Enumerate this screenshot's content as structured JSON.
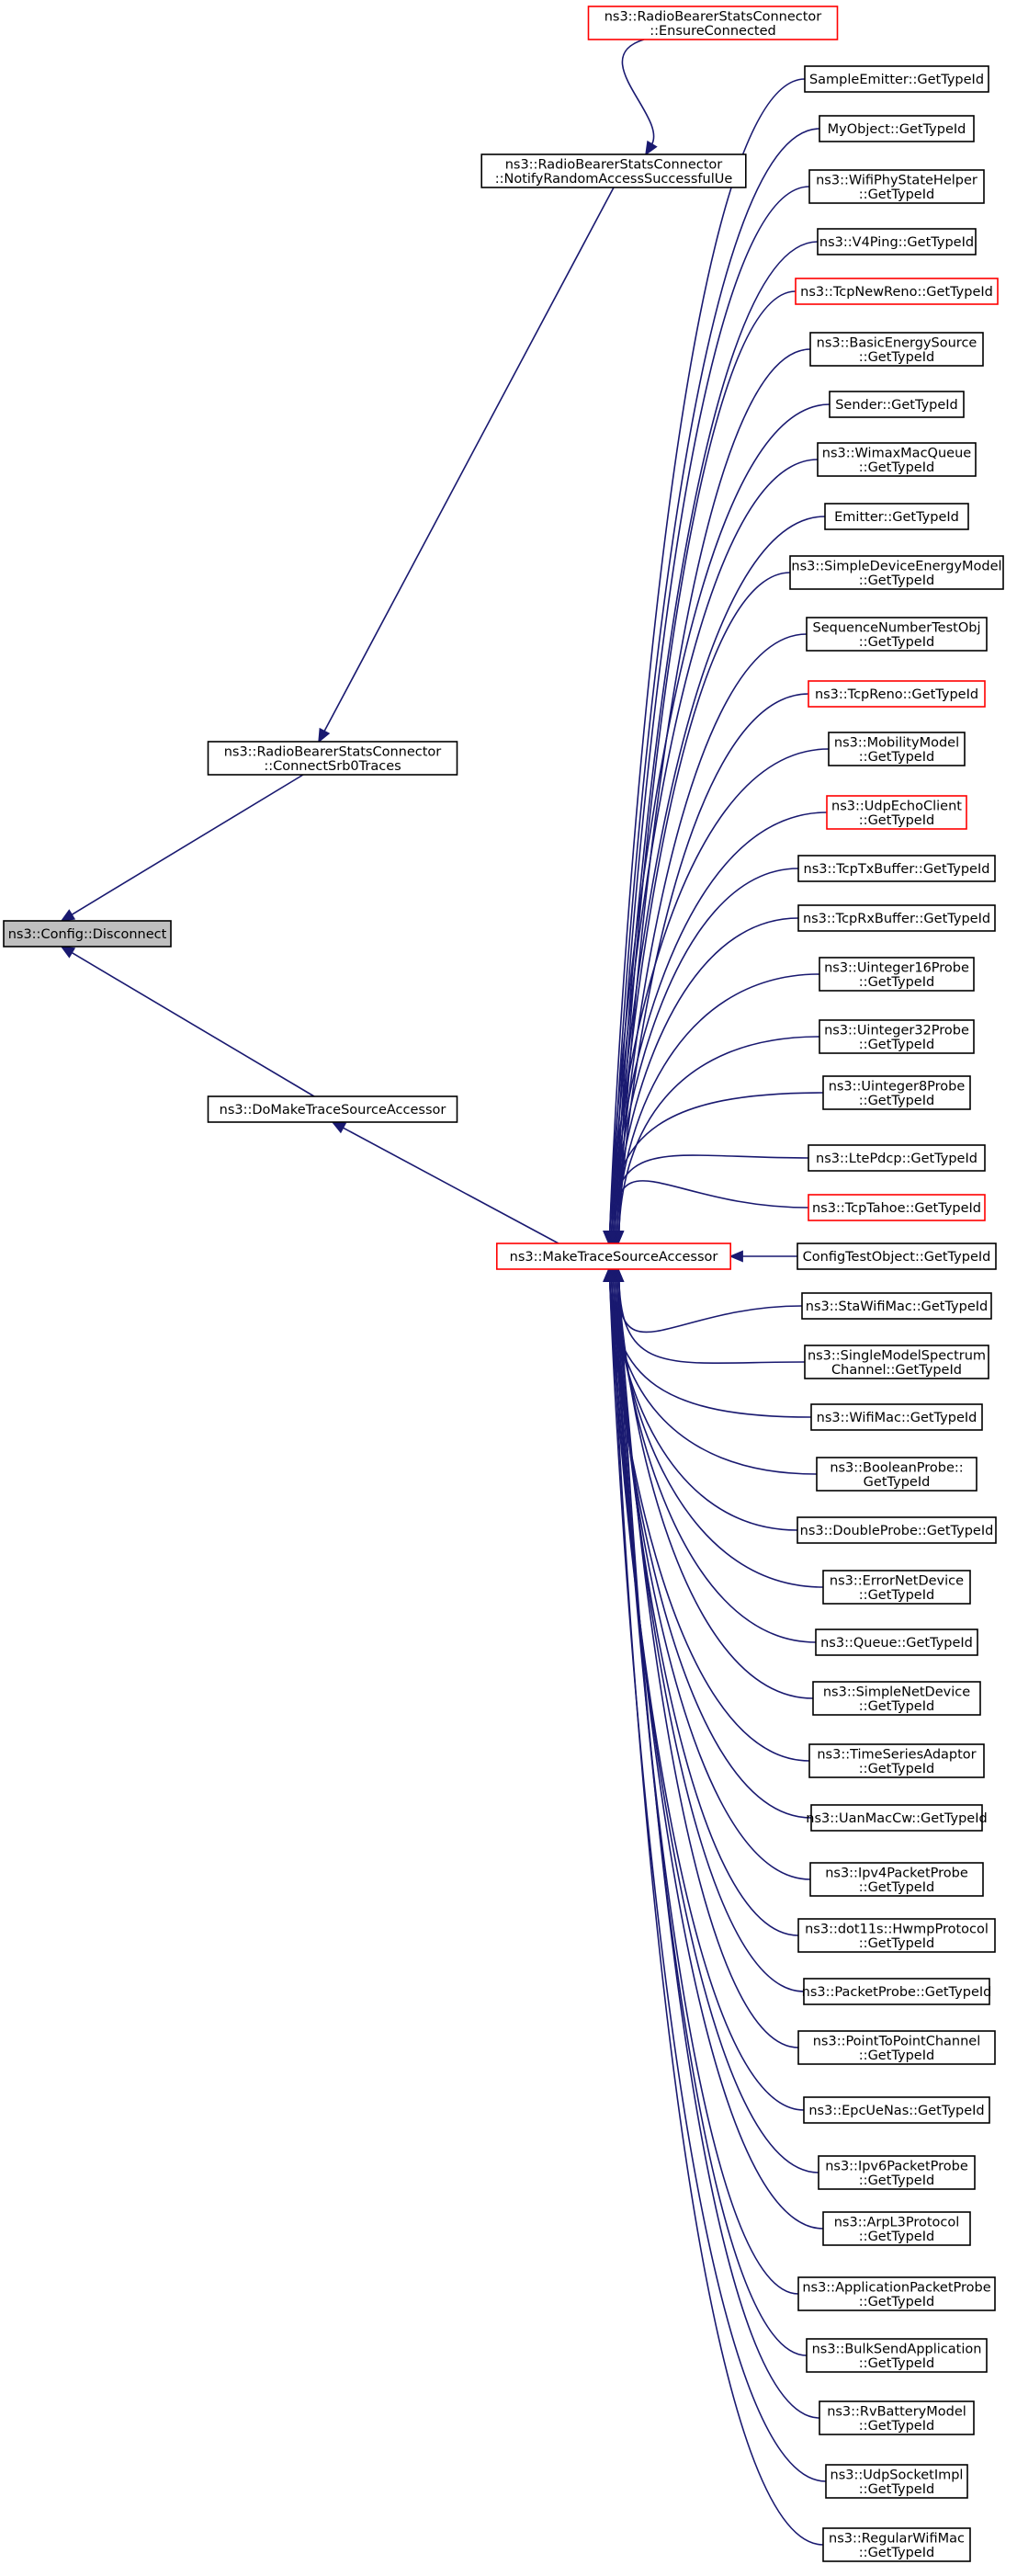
{
  "colors": {
    "edge": "#191970",
    "node_border": "#000000",
    "node_border_highlight": "#ff0000",
    "node_fill": "#ffffff",
    "root_fill": "#bfbfbf",
    "text": "#000000"
  },
  "graph": {
    "root": {
      "lines": [
        "ns3::Config::Disconnect"
      ]
    },
    "nodes": [
      {
        "id": "ensure",
        "lines": [
          "ns3::RadioBearerStatsConnector",
          "::EnsureConnected"
        ],
        "border": "red"
      },
      {
        "id": "notify",
        "lines": [
          "ns3::RadioBearerStatsConnector",
          "::NotifyRandomAccessSuccessfulUe"
        ],
        "border": "black"
      },
      {
        "id": "srb0",
        "lines": [
          "ns3::RadioBearerStatsConnector",
          "::ConnectSrb0Traces"
        ],
        "border": "black"
      },
      {
        "id": "domake",
        "lines": [
          "ns3::DoMakeTraceSourceAccessor"
        ],
        "border": "black"
      },
      {
        "id": "make",
        "lines": [
          "ns3::MakeTraceSourceAccessor"
        ],
        "border": "red"
      }
    ],
    "callers": [
      {
        "lines": [
          "SampleEmitter::GetTypeId"
        ],
        "border": "black"
      },
      {
        "lines": [
          "MyObject::GetTypeId"
        ],
        "border": "black"
      },
      {
        "lines": [
          "ns3::WifiPhyStateHelper",
          "::GetTypeId"
        ],
        "border": "black"
      },
      {
        "lines": [
          "ns3::V4Ping::GetTypeId"
        ],
        "border": "black"
      },
      {
        "lines": [
          "ns3::TcpNewReno::GetTypeId"
        ],
        "border": "red"
      },
      {
        "lines": [
          "ns3::BasicEnergySource",
          "::GetTypeId"
        ],
        "border": "black"
      },
      {
        "lines": [
          "Sender::GetTypeId"
        ],
        "border": "black"
      },
      {
        "lines": [
          "ns3::WimaxMacQueue",
          "::GetTypeId"
        ],
        "border": "black"
      },
      {
        "lines": [
          "Emitter::GetTypeId"
        ],
        "border": "black"
      },
      {
        "lines": [
          "ns3::SimpleDeviceEnergyModel",
          "::GetTypeId"
        ],
        "border": "black"
      },
      {
        "lines": [
          "SequenceNumberTestObj",
          "::GetTypeId"
        ],
        "border": "black"
      },
      {
        "lines": [
          "ns3::TcpReno::GetTypeId"
        ],
        "border": "red"
      },
      {
        "lines": [
          "ns3::MobilityModel",
          "::GetTypeId"
        ],
        "border": "black"
      },
      {
        "lines": [
          "ns3::UdpEchoClient",
          "::GetTypeId"
        ],
        "border": "red"
      },
      {
        "lines": [
          "ns3::TcpTxBuffer::GetTypeId"
        ],
        "border": "black"
      },
      {
        "lines": [
          "ns3::TcpRxBuffer::GetTypeId"
        ],
        "border": "black"
      },
      {
        "lines": [
          "ns3::Uinteger16Probe",
          "::GetTypeId"
        ],
        "border": "black"
      },
      {
        "lines": [
          "ns3::Uinteger32Probe",
          "::GetTypeId"
        ],
        "border": "black"
      },
      {
        "lines": [
          "ns3::Uinteger8Probe",
          "::GetTypeId"
        ],
        "border": "black"
      },
      {
        "lines": [
          "ns3::LtePdcp::GetTypeId"
        ],
        "border": "black"
      },
      {
        "lines": [
          "ns3::TcpTahoe::GetTypeId"
        ],
        "border": "red"
      },
      {
        "lines": [
          "ConfigTestObject::GetTypeId"
        ],
        "border": "black"
      },
      {
        "lines": [
          "ns3::StaWifiMac::GetTypeId"
        ],
        "border": "black"
      },
      {
        "lines": [
          "ns3::SingleModelSpectrum",
          "Channel::GetTypeId"
        ],
        "border": "black"
      },
      {
        "lines": [
          "ns3::WifiMac::GetTypeId"
        ],
        "border": "black"
      },
      {
        "lines": [
          "ns3::BooleanProbe::",
          "GetTypeId"
        ],
        "border": "black"
      },
      {
        "lines": [
          "ns3::DoubleProbe::GetTypeId"
        ],
        "border": "black"
      },
      {
        "lines": [
          "ns3::ErrorNetDevice",
          "::GetTypeId"
        ],
        "border": "black"
      },
      {
        "lines": [
          "ns3::Queue::GetTypeId"
        ],
        "border": "black"
      },
      {
        "lines": [
          "ns3::SimpleNetDevice",
          "::GetTypeId"
        ],
        "border": "black"
      },
      {
        "lines": [
          "ns3::TimeSeriesAdaptor",
          "::GetTypeId"
        ],
        "border": "black"
      },
      {
        "lines": [
          "ns3::UanMacCw::GetTypeId"
        ],
        "border": "black"
      },
      {
        "lines": [
          "ns3::Ipv4PacketProbe",
          "::GetTypeId"
        ],
        "border": "black"
      },
      {
        "lines": [
          "ns3::dot11s::HwmpProtocol",
          "::GetTypeId"
        ],
        "border": "black"
      },
      {
        "lines": [
          "ns3::PacketProbe::GetTypeId"
        ],
        "border": "black"
      },
      {
        "lines": [
          "ns3::PointToPointChannel",
          "::GetTypeId"
        ],
        "border": "black"
      },
      {
        "lines": [
          "ns3::EpcUeNas::GetTypeId"
        ],
        "border": "black"
      },
      {
        "lines": [
          "ns3::Ipv6PacketProbe",
          "::GetTypeId"
        ],
        "border": "black"
      },
      {
        "lines": [
          "ns3::ArpL3Protocol",
          "::GetTypeId"
        ],
        "border": "black"
      },
      {
        "lines": [
          "ns3::ApplicationPacketProbe",
          "::GetTypeId"
        ],
        "border": "black"
      },
      {
        "lines": [
          "ns3::BulkSendApplication",
          "::GetTypeId"
        ],
        "border": "black"
      },
      {
        "lines": [
          "ns3::RvBatteryModel",
          "::GetTypeId"
        ],
        "border": "black"
      },
      {
        "lines": [
          "ns3::UdpSocketImpl",
          "::GetTypeId"
        ],
        "border": "black"
      },
      {
        "lines": [
          "ns3::RegularWifiMac",
          "::GetTypeId"
        ],
        "border": "black"
      }
    ],
    "edges": [
      {
        "from": "srb0",
        "to": "root"
      },
      {
        "from": "domake",
        "to": "root"
      },
      {
        "from": "notify",
        "to": "srb0"
      },
      {
        "from": "ensure",
        "to": "notify"
      },
      {
        "from": "make",
        "to": "domake"
      },
      {
        "from": "callers",
        "to": "make"
      }
    ]
  }
}
